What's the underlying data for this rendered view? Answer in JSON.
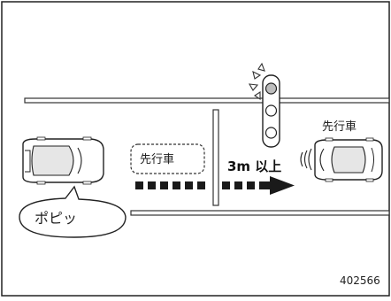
{
  "labels": {
    "ahead_ghost": "先行車",
    "ahead_car": "先行車",
    "distance": "3m 以上",
    "sound": "ポピッ",
    "figure_number": "402566"
  },
  "colors": {
    "frame": "#222222",
    "car_fill": "#ffffff",
    "car_stroke": "#222222",
    "car_shade": "#cfcfcf",
    "traffic_light_lit": "#bdbdbd",
    "arrow": "#1a1a1a",
    "road": "#333333"
  }
}
